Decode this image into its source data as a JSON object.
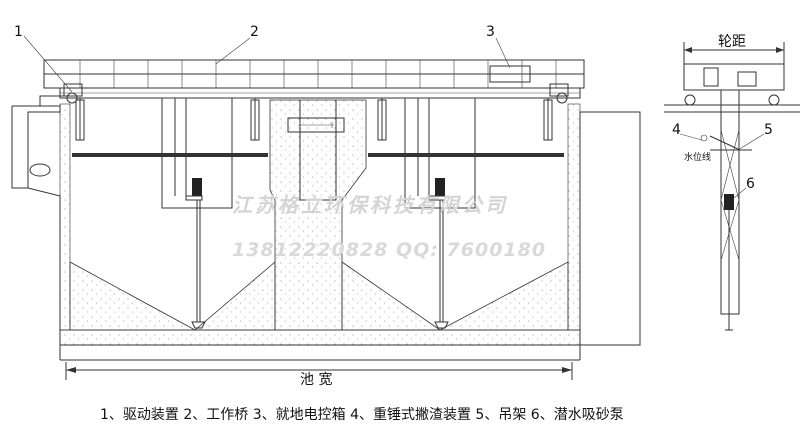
{
  "callouts": [
    "1",
    "2",
    "3",
    "4",
    "5",
    "6"
  ],
  "labels": {
    "pool_width": "池 宽",
    "wheelbase": "轮距",
    "water_line": "水位线"
  },
  "watermark": {
    "company": "江苏格立环保科技有限公司",
    "contact": "13812220828  QQ: 7600180"
  },
  "legend": "1、驱动装置 2、工作桥 3、就地电控箱 4、重锤式撇渣装置 5、吊架 6、潜水吸砂泵"
}
